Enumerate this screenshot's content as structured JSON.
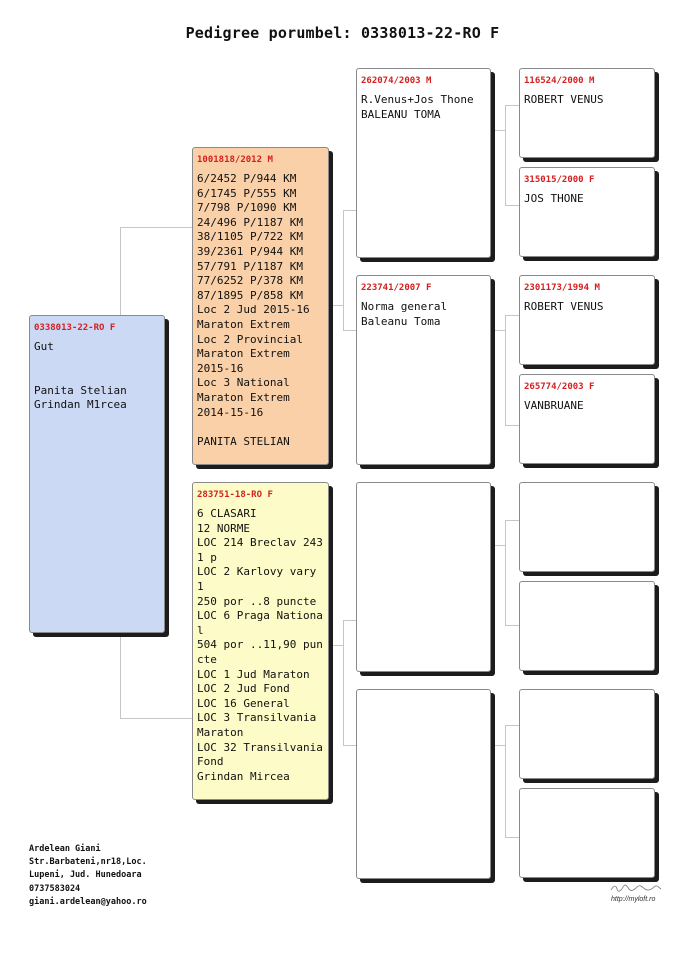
{
  "header": {
    "title": "Pedigree porumbel: 0338013-22-RO F"
  },
  "subject": {
    "ring": "0338013-22-RO F",
    "info": "Gut\n\n\nPanita Stelian\nGrindan M1rcea"
  },
  "sire": {
    "ring": "1001818/2012 M",
    "info": "6/2452 P/944 KM\n6/1745 P/555 KM\n7/798 P/1090 KM\n24/496 P/1187 KM\n38/1105 P/722 KM\n39/2361 P/944 KM\n57/791 P/1187 KM\n77/6252 P/378 KM\n87/1895 P/858 KM\nLoc 2 Jud 2015-16\nMaraton Extrem\nLoc 2 Provincial\nMaraton Extrem\n2015-16\nLoc 3 National\nMaraton Extrem\n2014-15-16\n\nPANITA STELIAN"
  },
  "dam": {
    "ring": "283751-18-RO F",
    "info": "6 CLASARI\n12 NORME\nLOC 214 Breclav 243\n1 p\nLOC 2 Karlovy vary\n1\n250 por ..8 puncte\nLOC 6 Praga Nationa\nl\n504 por ..11,90 pun\ncte\nLOC 1 Jud Maraton\nLOC 2 Jud Fond\nLOC 16 General\nLOC 3 Transilvania\nMaraton\nLOC 32 Transilvania\nFond\nGrindan Mircea"
  },
  "sire_sire": {
    "ring": "262074/2003 M",
    "info": "R.Venus+Jos Thone\nBALEANU TOMA"
  },
  "sire_dam": {
    "ring": "223741/2007 F",
    "info": "Norma general\nBaleanu Toma"
  },
  "dam_sire": {
    "ring": "",
    "info": ""
  },
  "dam_dam": {
    "ring": "",
    "info": ""
  },
  "ss_sire": {
    "ring": "116524/2000 M",
    "info": "ROBERT VENUS"
  },
  "ss_dam": {
    "ring": "315015/2000 F",
    "info": "JOS THONE"
  },
  "sd_sire": {
    "ring": "2301173/1994 M",
    "info": "ROBERT VENUS"
  },
  "sd_dam": {
    "ring": "265774/2003 F",
    "info": "VANBRUANE"
  },
  "ds_sire": {
    "ring": "",
    "info": ""
  },
  "ds_dam": {
    "ring": "",
    "info": ""
  },
  "dd_sire": {
    "ring": "",
    "info": ""
  },
  "dd_dam": {
    "ring": "",
    "info": ""
  },
  "footer": {
    "contact": "Ardelean Giani\nStr.Barbateni,nr18,Loc.\nLupeni, Jud. Hunedoara\n0737583024\ngiani.ardelean@yahoo.ro",
    "url": "http://myloft.ro"
  }
}
